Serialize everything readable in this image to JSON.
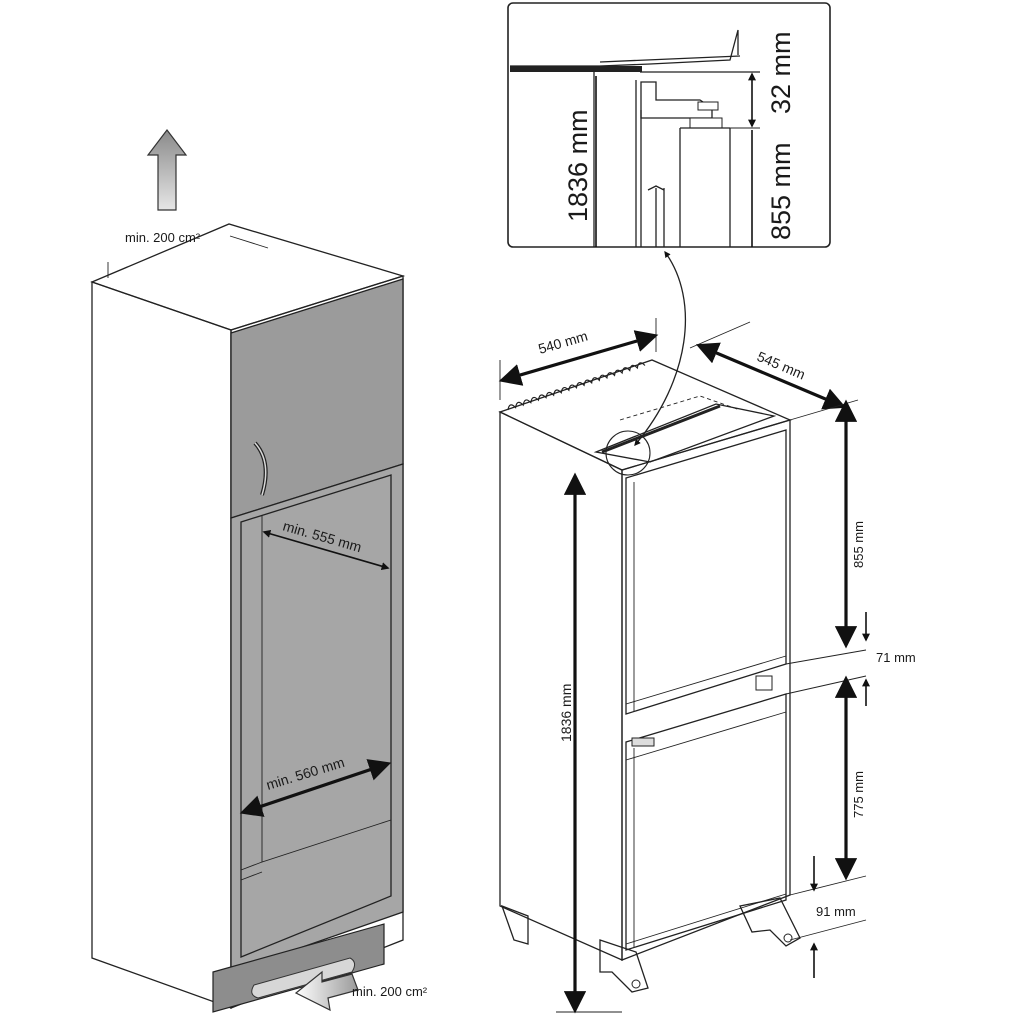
{
  "cabinet": {
    "top_vent_label": "min. 200 cm²",
    "inner_depth_label": "min. 555 mm",
    "inner_width_label": "min. 560 mm",
    "bottom_vent_label": "min. 200 cm²"
  },
  "detail": {
    "height_label": "1836 mm",
    "gap_label": "32 mm",
    "door_label": "855 mm"
  },
  "fridge": {
    "width_label": "540 mm",
    "depth_label": "545 mm",
    "height_label": "1836 mm",
    "upper_door_label": "855 mm",
    "middle_gap_label": "71 mm",
    "lower_door_label": "775 mm",
    "bottom_gap_label": "91 mm"
  },
  "colors": {
    "door_gray": "#9b9b9b",
    "panel_gray": "#a6a6a6",
    "line": "#222222"
  }
}
